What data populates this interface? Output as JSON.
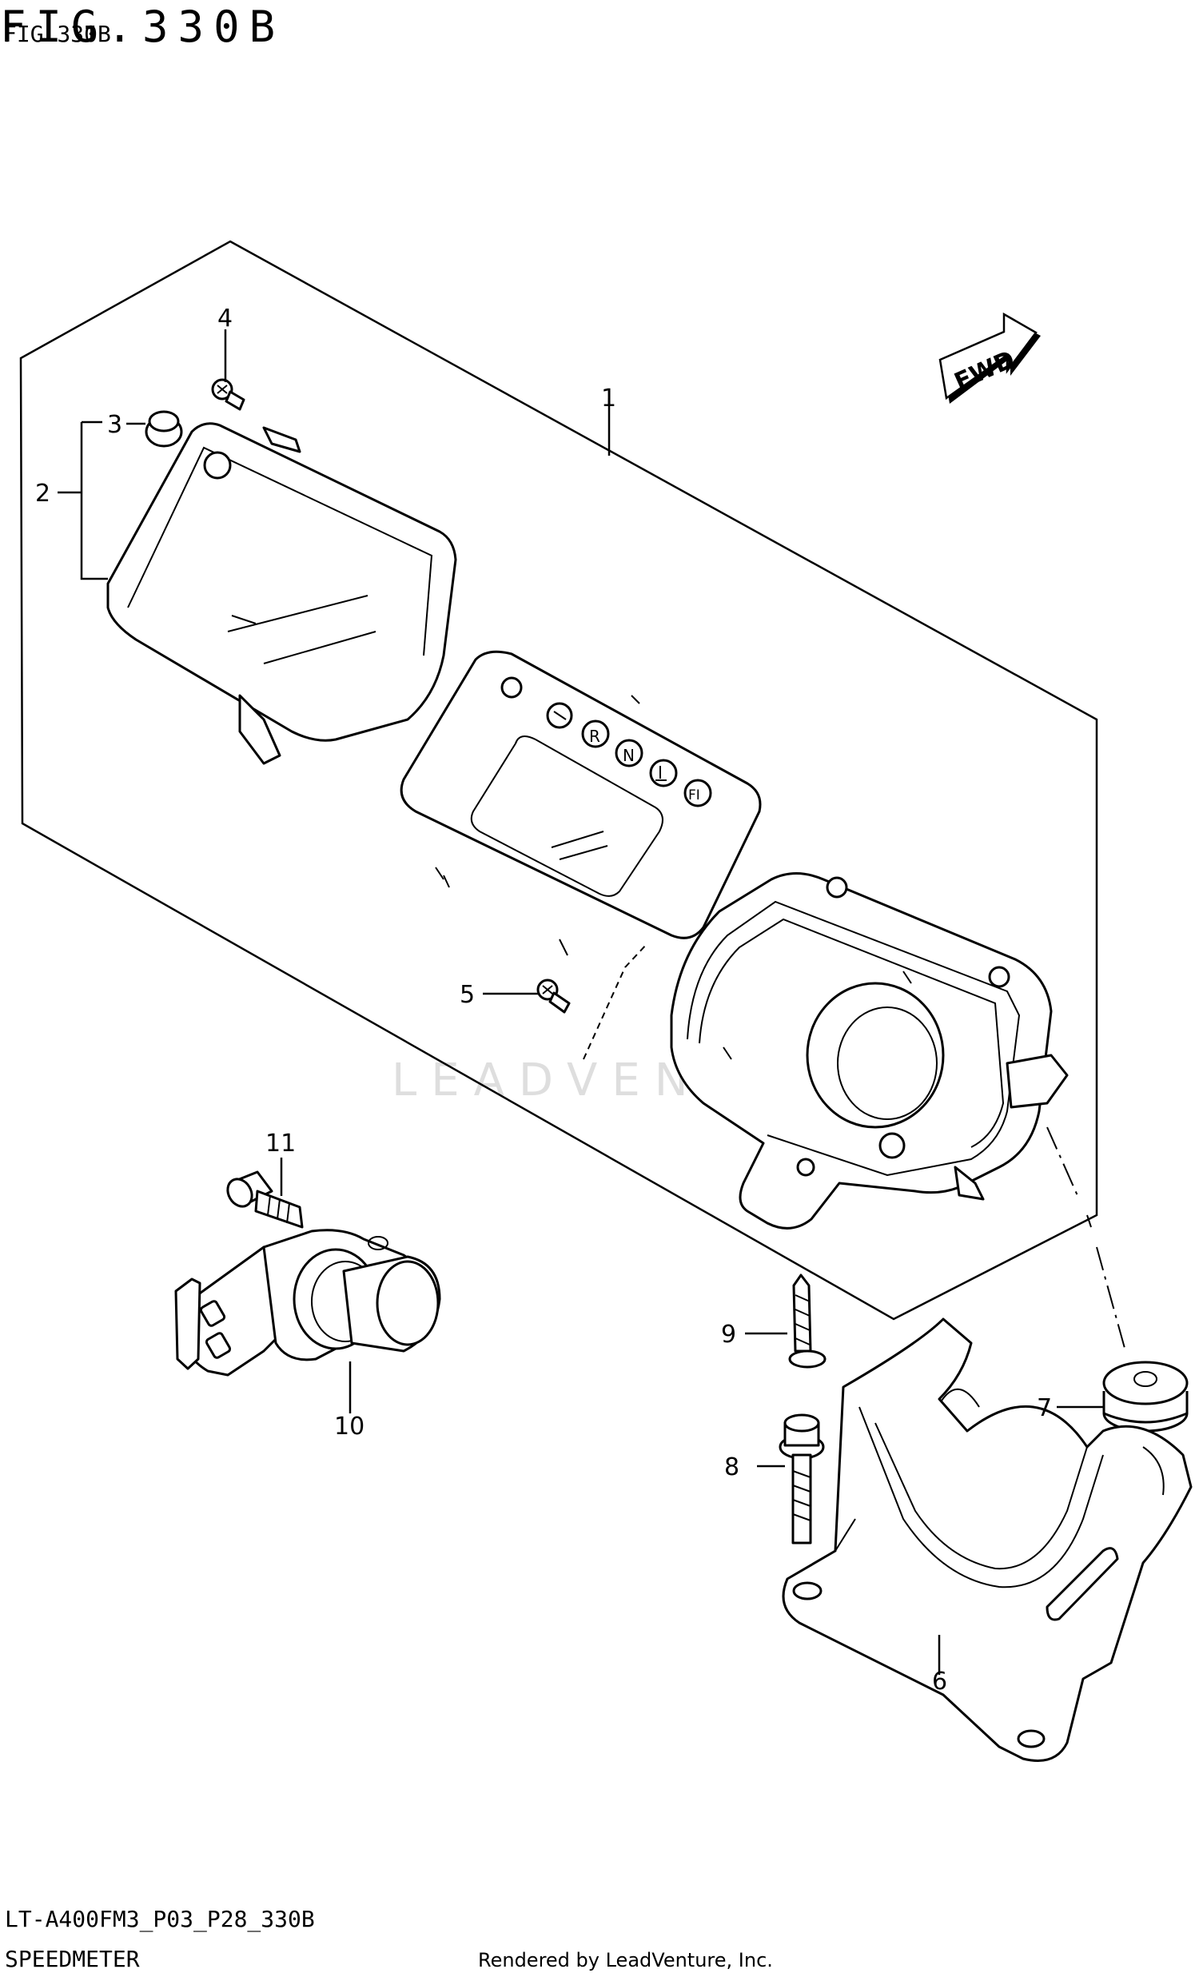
{
  "header": {
    "figure_title": "FIG.330B",
    "figure_subtitle": "FIG.330B"
  },
  "footer": {
    "model_code": "LT-A400FM3_P03_P28_330B",
    "section_title": "SPEEDMETER",
    "credit": "Rendered by LeadVenture, Inc."
  },
  "watermark": "LEADVENTURE",
  "direction_arrow": "FWD",
  "callouts": [
    "1",
    "2",
    "3",
    "4",
    "5",
    "6",
    "7",
    "8",
    "9",
    "10",
    "11"
  ],
  "cluster_indicators": [
    "R",
    "N",
    "FI"
  ]
}
